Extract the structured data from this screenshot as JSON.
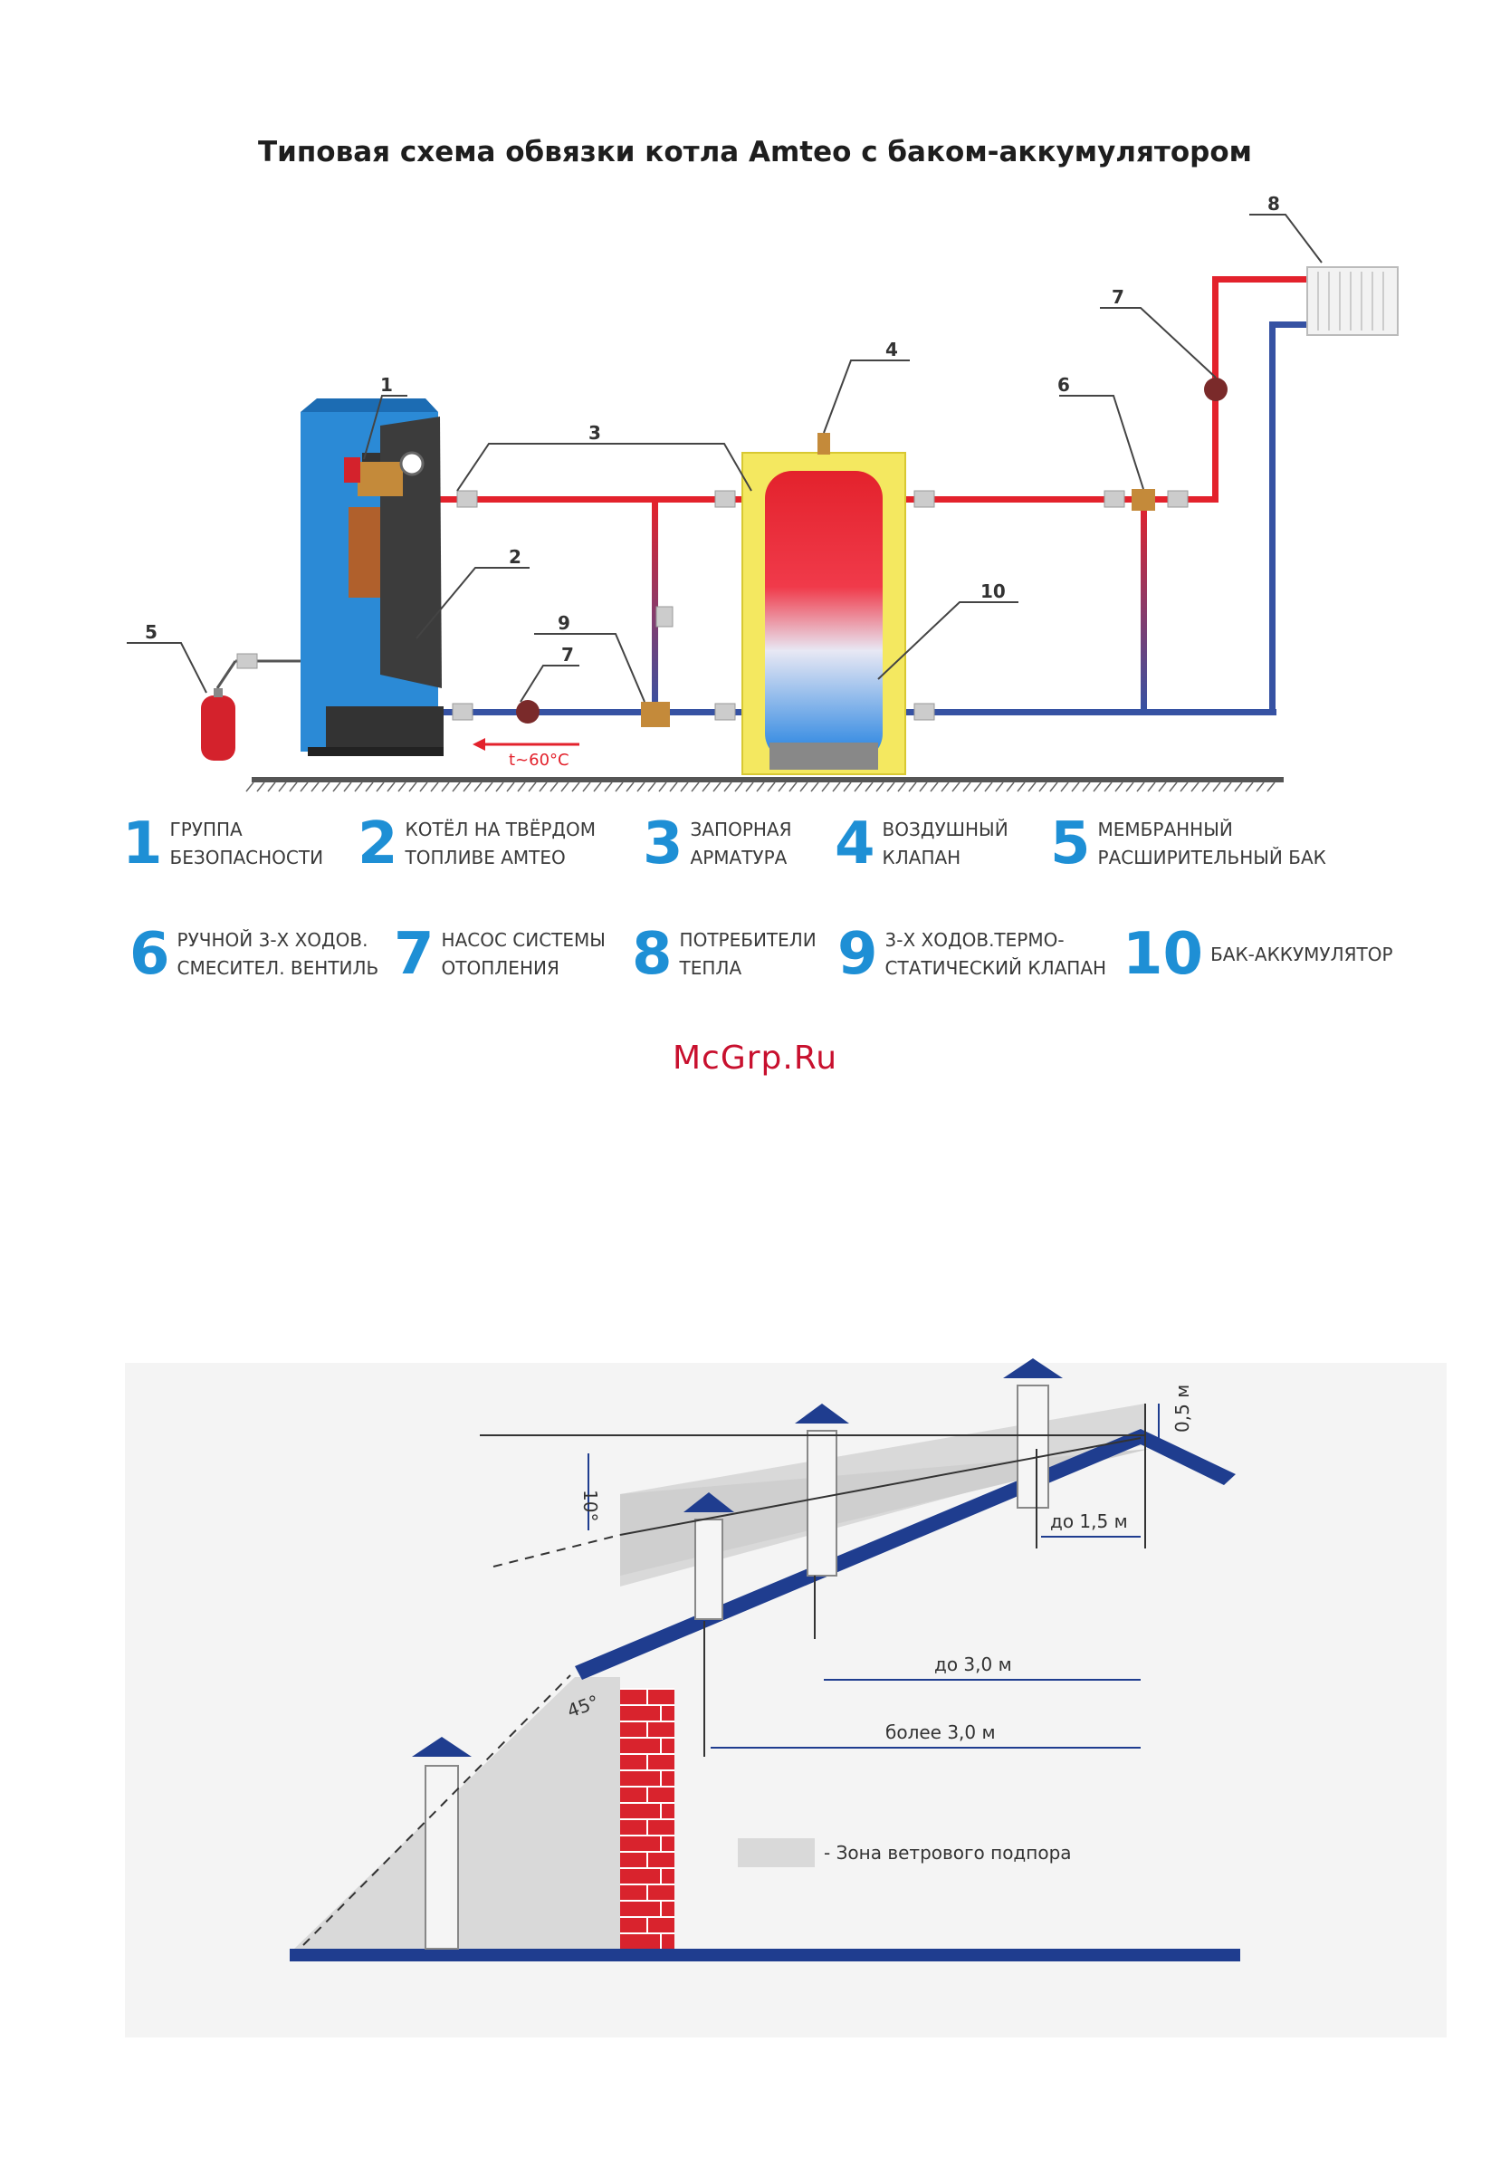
{
  "title": "Типовая схема обвязки котла  Amteo с баком-аккумулятором",
  "callouts": [
    "1",
    "2",
    "3",
    "4",
    "5",
    "6",
    "7",
    "7",
    "8",
    "9",
    "10"
  ],
  "temperature_label": "t~60°C",
  "legend": [
    {
      "num": "1",
      "text": "ГРУППА\nБЕЗОПАСНОСТИ"
    },
    {
      "num": "2",
      "text": "КОТЁЛ НА ТВЁРДОМ\nТОПЛИВЕ АМТЕО"
    },
    {
      "num": "3",
      "text": "ЗАПОРНАЯ\nАРМАТУРА"
    },
    {
      "num": "4",
      "text": "ВОЗДУШНЫЙ\nКЛАПАН"
    },
    {
      "num": "5",
      "text": "МЕМБРАННЫЙ\nРАСШИРИТЕЛЬНЫЙ БАК"
    },
    {
      "num": "6",
      "text": "РУЧНОЙ 3-Х ХОДОВ.\nСМЕСИТЕЛ. ВЕНТИЛЬ"
    },
    {
      "num": "7",
      "text": "НАСОС СИСТЕМЫ\nОТОПЛЕНИЯ"
    },
    {
      "num": "8",
      "text": "ПОТРЕБИТЕЛИ\nТЕПЛА"
    },
    {
      "num": "9",
      "text": "3-Х ХОДОВ.ТЕРМО-\nСТАТИЧЕСКИЙ КЛАПАН"
    },
    {
      "num": "10",
      "text": "БАК-АККУМУЛЯТОР"
    }
  ],
  "watermark": "McGrp.Ru",
  "chimney": {
    "angle_10": "10°",
    "angle_45": "45°",
    "dim_05": "0,5 м",
    "dim_15": "до 1,5 м",
    "dim_30": "до 3,0 м",
    "dim_more30": "более 3,0 м",
    "zone_legend": "- Зона ветрового подпора"
  },
  "colors": {
    "hot": "#e3222c",
    "cold": "#3652a3",
    "accent": "#1e8fd5",
    "roof": "#1f3d8f",
    "brick": "#d9232d",
    "zone": "#d9d9d9"
  }
}
